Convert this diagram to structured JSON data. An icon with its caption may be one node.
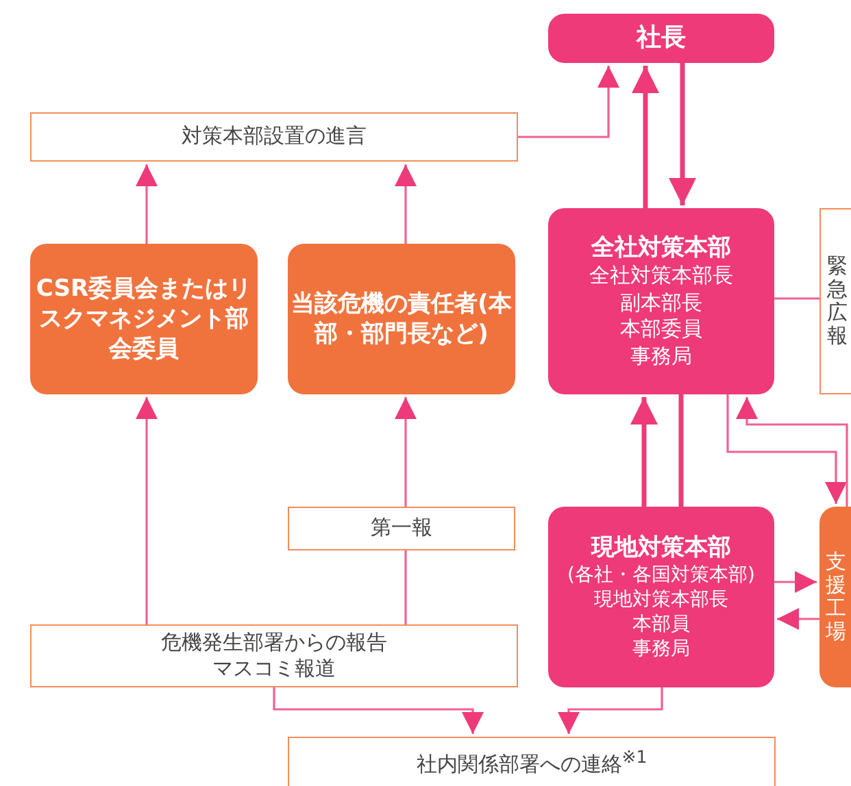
{
  "diagram": {
    "nodes": [
      {
        "text": [
          "社長"
        ]
      },
      {
        "text": [
          "対策本部設置の進言"
        ]
      },
      {
        "text": [
          "CSR委員会またはリスクマネジメント部会委員"
        ]
      },
      {
        "text": [
          "当該危機の責任者(本部・部門長など)"
        ]
      },
      {
        "text": [
          "全社対策本部",
          "全社対策本部長",
          "副本部長",
          "本部委員",
          "事務局"
        ]
      },
      {
        "text": [
          "緊急広報"
        ]
      },
      {
        "text": [
          "第一報"
        ]
      },
      {
        "text": [
          "現地対策本部",
          "(各社・各国対策本部)",
          "現地対策本部長",
          "本部員",
          "事務局"
        ]
      },
      {
        "text": [
          "支援工場"
        ]
      },
      {
        "text": [
          "危機発生部署からの報告",
          "マスコミ報道"
        ]
      },
      {
        "text": [
          "社内関係部署への連絡$^{※1}$"
        ]
      }
    ],
    "edges": [
      {
        "from": 1,
        "to": 0,
        "arrow": "to"
      },
      {
        "from": 4,
        "to": 0,
        "arrow": "to",
        "style": "thick"
      },
      {
        "from": 0,
        "to": 4,
        "arrow": "to",
        "style": "thick"
      },
      {
        "from": 2,
        "to": 1,
        "arrow": "to"
      },
      {
        "from": 3,
        "to": 1,
        "arrow": "to"
      },
      {
        "from": 9,
        "to": 2,
        "arrow": "to"
      },
      {
        "from": 6,
        "to": 3,
        "arrow": "to"
      },
      {
        "from": 9,
        "to": 6,
        "arrow": "none"
      },
      {
        "from": 4,
        "to": 5,
        "arrow": "none"
      },
      {
        "from": 7,
        "to": 4,
        "arrow": "to",
        "style": "thick"
      },
      {
        "from": 4,
        "to": 7,
        "arrow": "none",
        "style": "thick"
      },
      {
        "from": 4,
        "to": 8,
        "arrow": "to"
      },
      {
        "from": 8,
        "to": 4,
        "arrow": "to"
      },
      {
        "from": 7,
        "to": 8,
        "arrow": "to"
      },
      {
        "from": 8,
        "to": 7,
        "arrow": "to"
      },
      {
        "from": 9,
        "to": 10,
        "arrow": "to"
      },
      {
        "from": 7,
        "to": 10,
        "arrow": "to"
      }
    ]
  }
}
